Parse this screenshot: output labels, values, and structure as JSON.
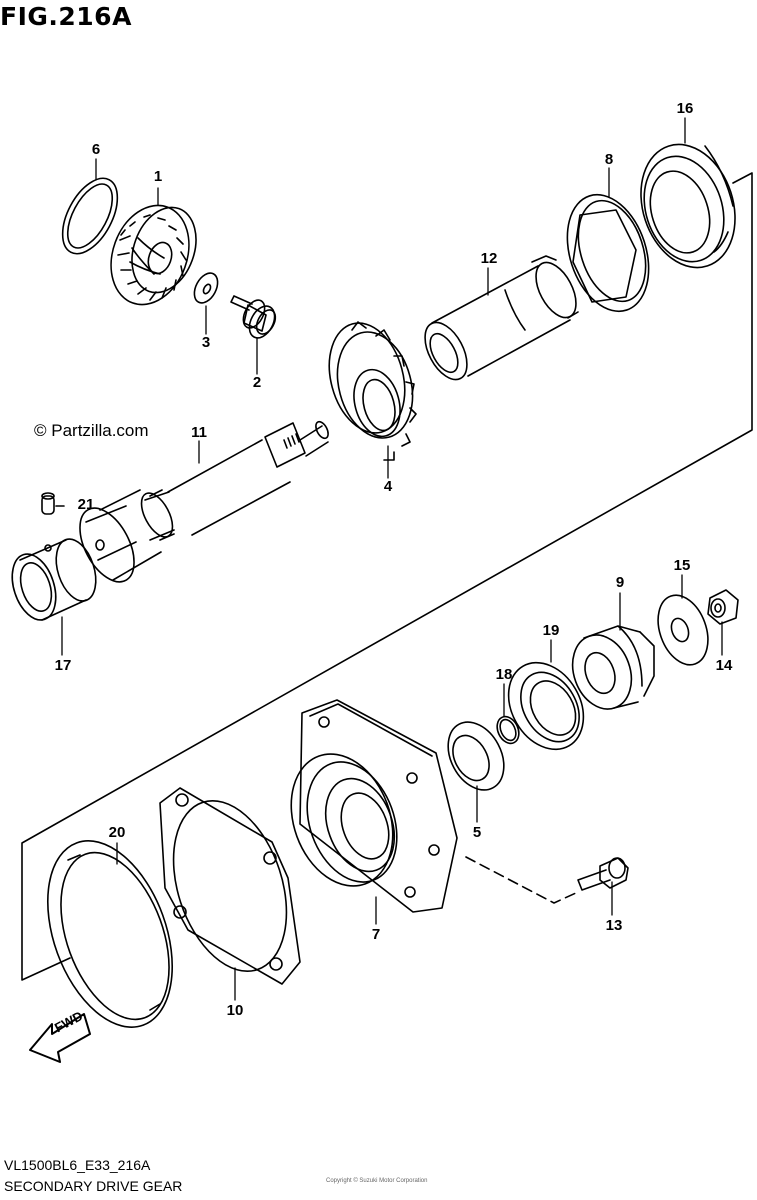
{
  "figure": {
    "title": "FIG.216A",
    "copyright": "© Partzilla.com",
    "code": "VL1500BL6_E33_216A",
    "name": "SECONDARY DRIVE GEAR",
    "fine_print": "Copyright © Suzuki Motor Corporation"
  },
  "parts": [
    {
      "id": "1",
      "label": "1"
    },
    {
      "id": "2",
      "label": "2"
    },
    {
      "id": "3",
      "label": "3"
    },
    {
      "id": "4",
      "label": "4"
    },
    {
      "id": "5",
      "label": "5"
    },
    {
      "id": "6",
      "label": "6"
    },
    {
      "id": "7",
      "label": "7"
    },
    {
      "id": "8",
      "label": "8"
    },
    {
      "id": "9",
      "label": "9"
    },
    {
      "id": "10",
      "label": "10"
    },
    {
      "id": "11",
      "label": "11"
    },
    {
      "id": "12",
      "label": "12"
    },
    {
      "id": "13",
      "label": "13"
    },
    {
      "id": "14",
      "label": "14"
    },
    {
      "id": "15",
      "label": "15"
    },
    {
      "id": "16",
      "label": "16"
    },
    {
      "id": "17",
      "label": "17"
    },
    {
      "id": "18",
      "label": "18"
    },
    {
      "id": "19",
      "label": "19"
    },
    {
      "id": "20",
      "label": "20"
    },
    {
      "id": "21",
      "label": "21"
    }
  ],
  "fwd_arrow": {
    "label": "FWD"
  }
}
